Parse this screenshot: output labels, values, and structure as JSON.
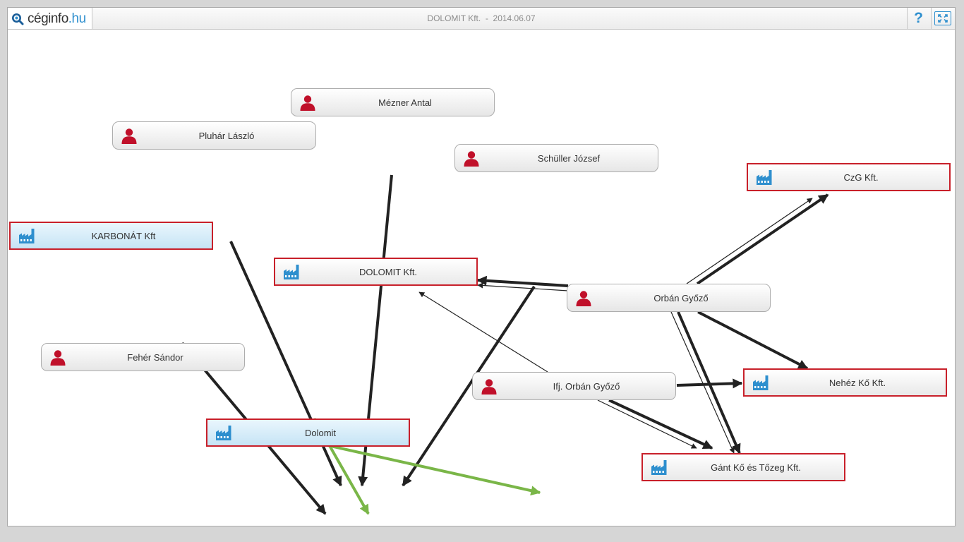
{
  "app": {
    "logo_name": "céginfo",
    "logo_tld": ".hu",
    "window_title": "DOLOMIT Kft.  -  2014.06.07",
    "help_label": "?"
  },
  "colors": {
    "person_icon": "#c0102a",
    "company_icon": "#2e8fce",
    "company_border": "#c8202a",
    "edge_ownership": "#222222",
    "edge_origin": "#7ab648",
    "accent": "#2e8fce"
  },
  "graph": {
    "nodes": [
      {
        "id": "mezner",
        "label": "Mézner Antal",
        "kind": "person",
        "icon": "person-icon"
      },
      {
        "id": "pluhar",
        "label": "Pluhár László",
        "kind": "person",
        "icon": "person-icon"
      },
      {
        "id": "schuller",
        "label": "Schüller József",
        "kind": "person",
        "icon": "person-icon"
      },
      {
        "id": "czg",
        "label": "CzG Kft.",
        "kind": "company",
        "icon": "factory-icon"
      },
      {
        "id": "karbonat",
        "label": "KARBONÁT Kft",
        "kind": "company-source",
        "icon": "factory-icon"
      },
      {
        "id": "dolomit_kft",
        "label": "DOLOMIT Kft.",
        "kind": "company",
        "icon": "factory-icon"
      },
      {
        "id": "orban",
        "label": "Orbán Győző",
        "kind": "person",
        "icon": "person-icon"
      },
      {
        "id": "feher",
        "label": "Fehér Sándor",
        "kind": "person",
        "icon": "person-icon"
      },
      {
        "id": "ifj_orban",
        "label": "Ifj. Orbán Győző",
        "kind": "person",
        "icon": "person-icon"
      },
      {
        "id": "nehez_ko",
        "label": "Nehéz Kő Kft.",
        "kind": "company",
        "icon": "factory-icon"
      },
      {
        "id": "dolomit",
        "label": "Dolomit",
        "kind": "company-source",
        "icon": "factory-icon"
      },
      {
        "id": "gant",
        "label": "Gánt Kő és Tőzeg Kft.",
        "kind": "company",
        "icon": "factory-icon"
      }
    ],
    "edges": [
      {
        "from": "mezner",
        "to": "dolomit_kft",
        "style": "thick"
      },
      {
        "from": "pluhar",
        "to": "dolomit_kft",
        "style": "thick"
      },
      {
        "from": "schuller",
        "to": "dolomit_kft",
        "style": "thick"
      },
      {
        "from": "feher",
        "to": "dolomit_kft",
        "style": "thick"
      },
      {
        "from": "karbonat",
        "to": "dolomit_kft",
        "style": "green"
      },
      {
        "from": "dolomit",
        "to": "dolomit_kft",
        "style": "green"
      },
      {
        "from": "orban",
        "to": "dolomit_kft",
        "style": "thick"
      },
      {
        "from": "orban",
        "to": "dolomit_kft",
        "style": "thin"
      },
      {
        "from": "ifj_orban",
        "to": "dolomit_kft",
        "style": "thin"
      },
      {
        "from": "orban",
        "to": "czg",
        "style": "thick"
      },
      {
        "from": "orban",
        "to": "czg",
        "style": "thin"
      },
      {
        "from": "orban",
        "to": "nehez_ko",
        "style": "thick"
      },
      {
        "from": "orban",
        "to": "gant",
        "style": "thick"
      },
      {
        "from": "orban",
        "to": "gant",
        "style": "thin"
      },
      {
        "from": "ifj_orban",
        "to": "nehez_ko",
        "style": "thick"
      },
      {
        "from": "ifj_orban",
        "to": "gant",
        "style": "thick"
      },
      {
        "from": "ifj_orban",
        "to": "gant",
        "style": "thin"
      }
    ]
  }
}
